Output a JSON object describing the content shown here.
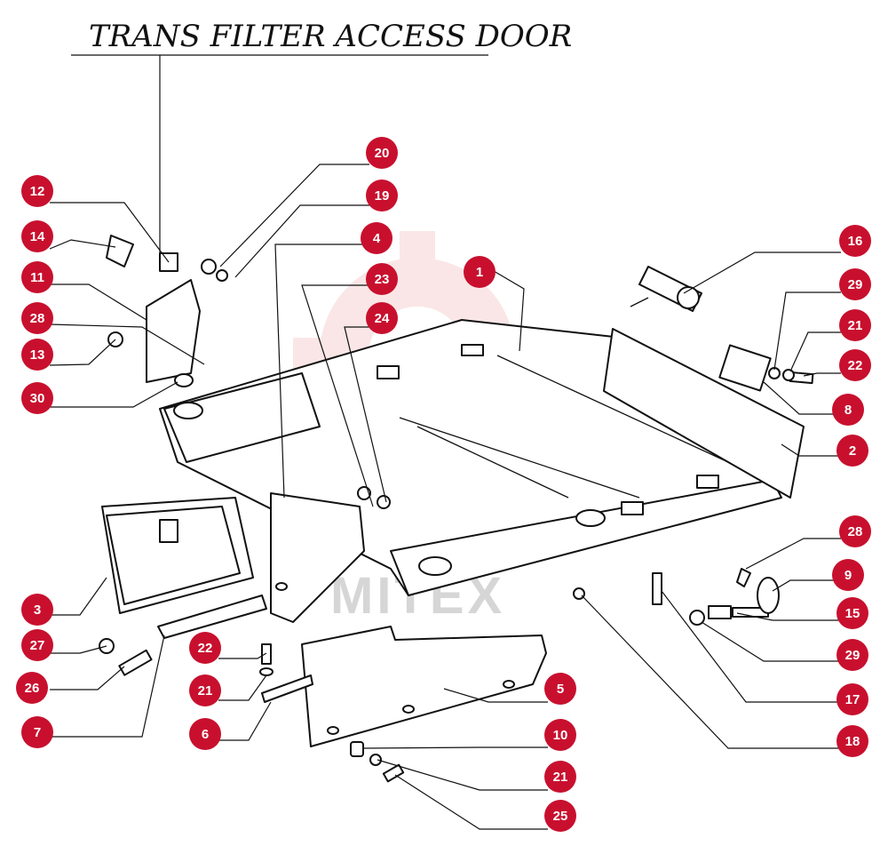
{
  "title": "TRANS FILTER ACCESS DOOR",
  "watermark": {
    "text": "MITEX",
    "color": "#f3b9b9"
  },
  "callout_color": "#c8102e",
  "callouts": [
    "20",
    "19",
    "12",
    "14",
    "4",
    "11",
    "23",
    "1",
    "28",
    "24",
    "13",
    "30",
    "16",
    "29",
    "21",
    "22",
    "8",
    "2",
    "28",
    "9",
    "3",
    "15",
    "27",
    "22",
    "29",
    "26",
    "21",
    "17",
    "7",
    "6",
    "5",
    "10",
    "18",
    "21",
    "25"
  ]
}
